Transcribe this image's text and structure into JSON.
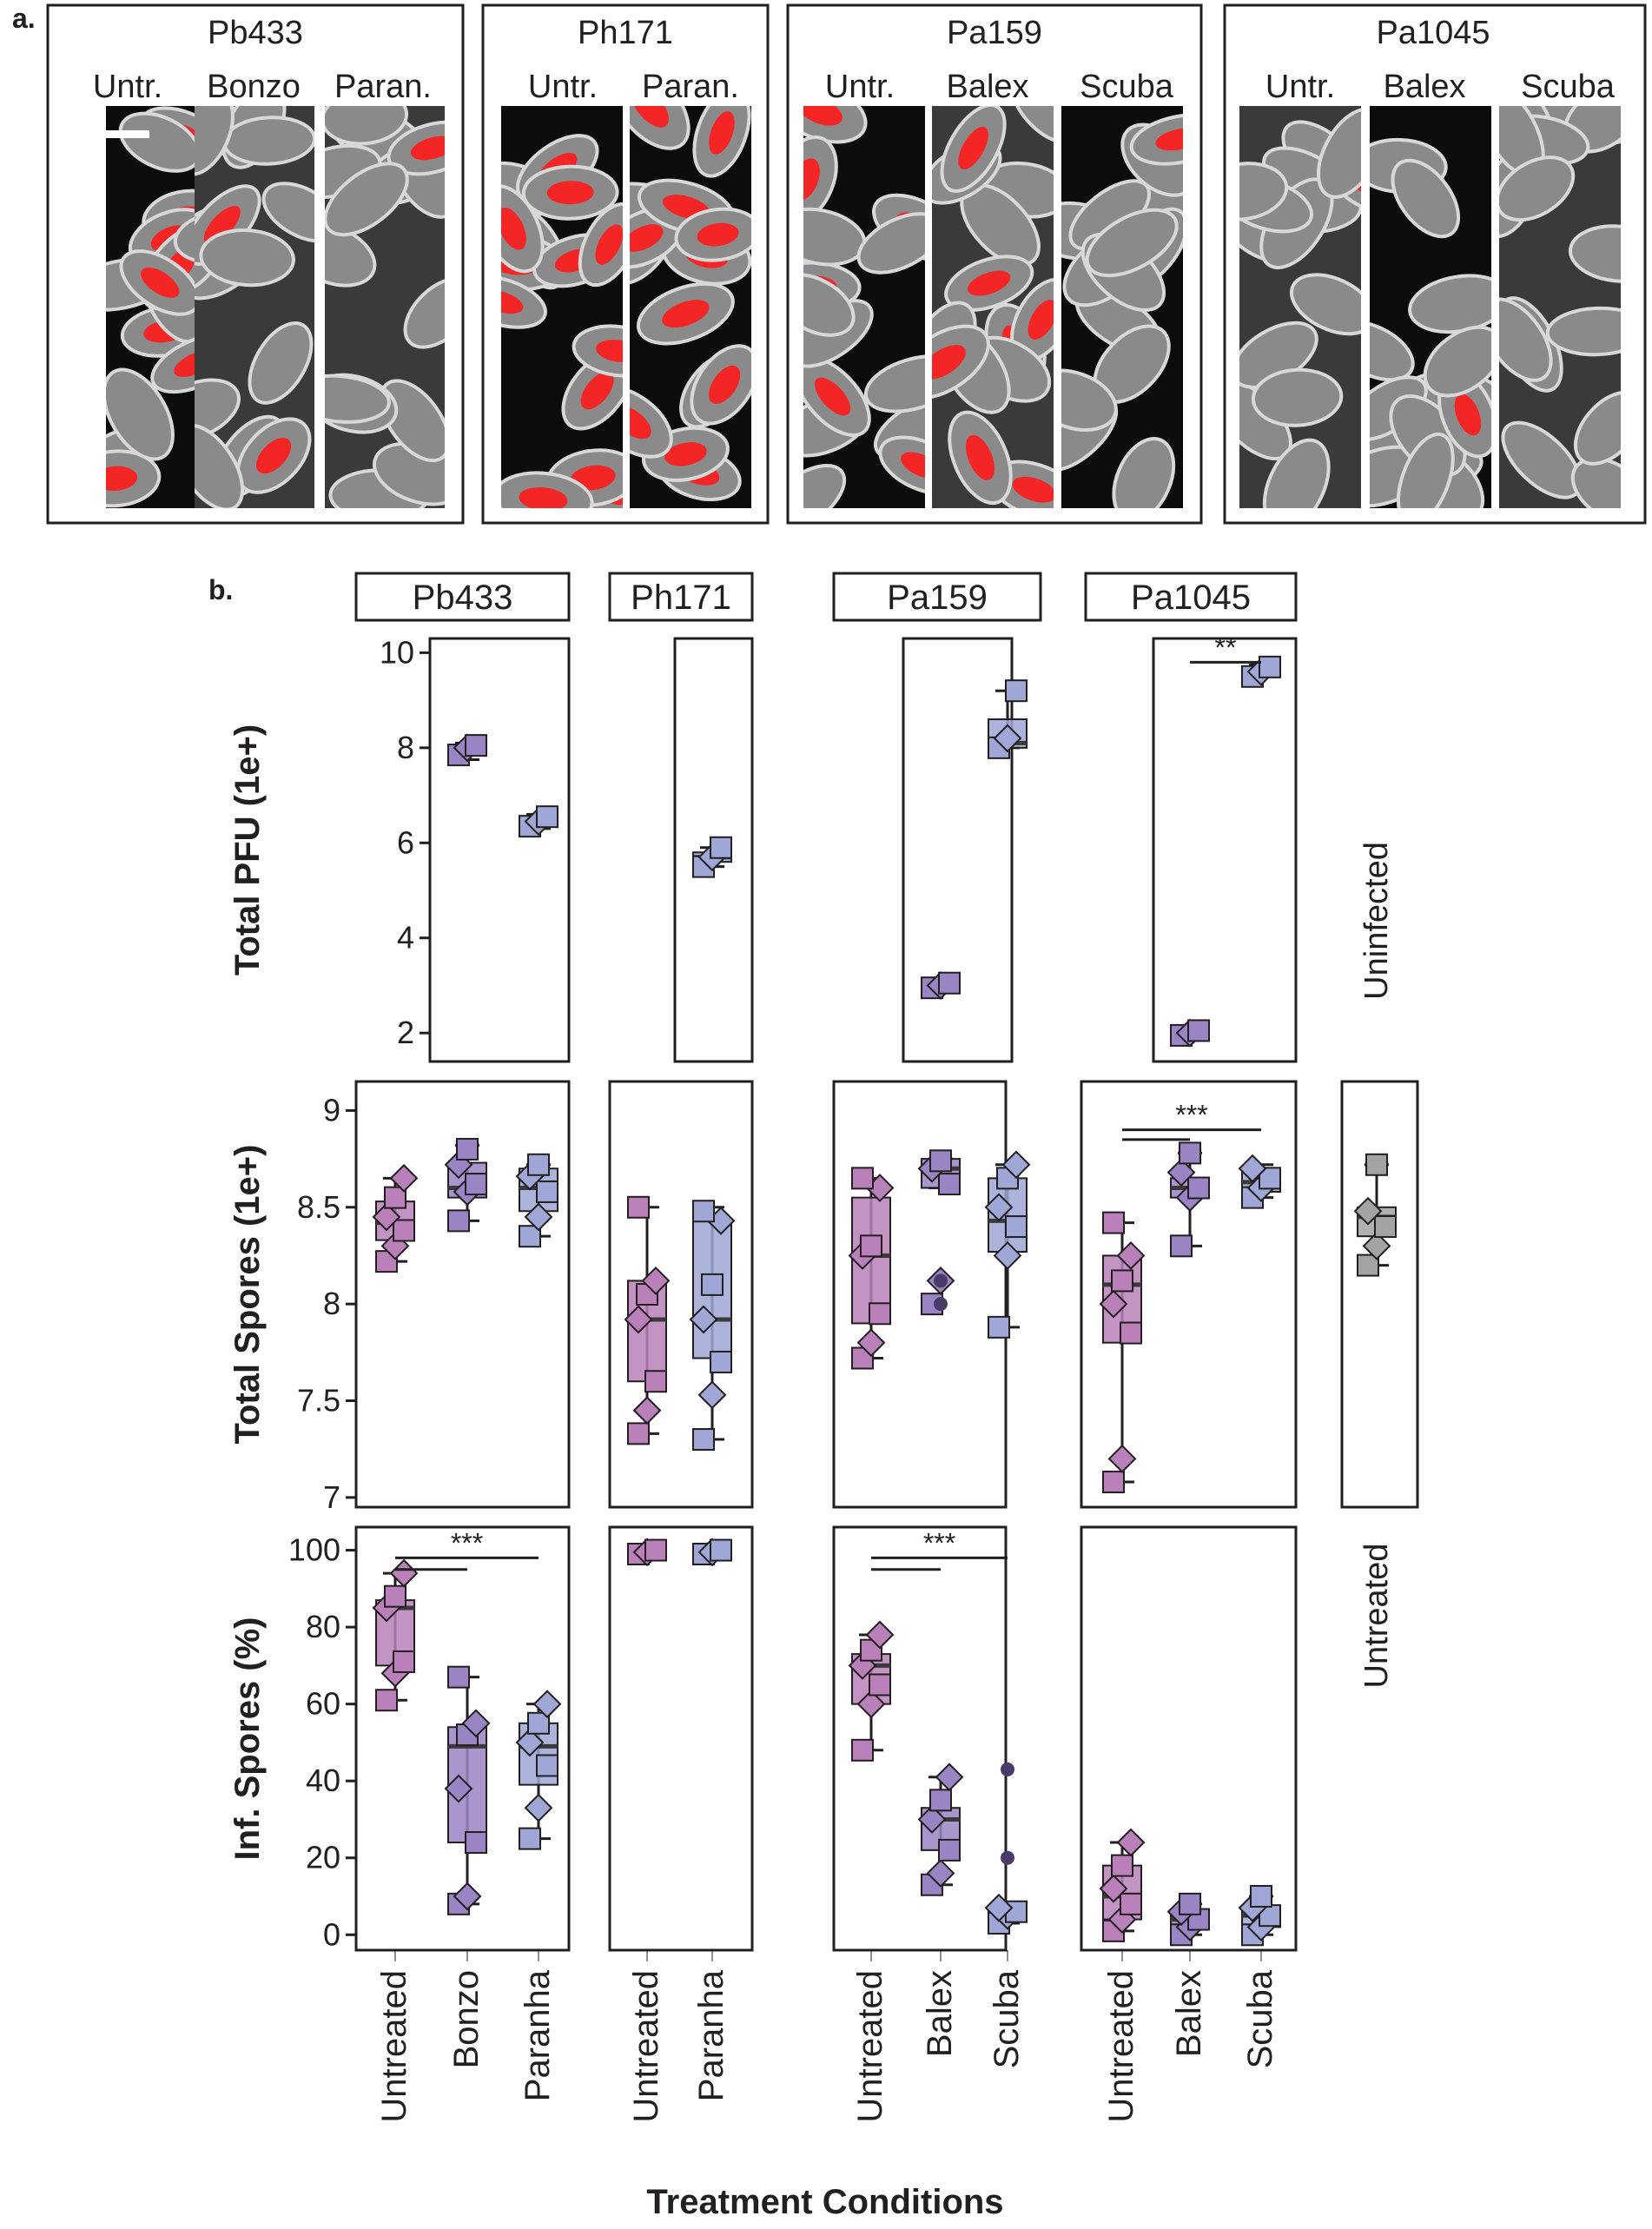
{
  "figure": {
    "panel_a_letter": "a.",
    "panel_b_letter": "b.",
    "x_axis_title": "Treatment Conditions",
    "uninfected_strip": "Uninfected",
    "uninfected_axis_label": "Untreated"
  },
  "panel_a": {
    "groups": [
      {
        "name": "Pb433",
        "labels": [
          "Untr.",
          "Bonzo",
          "Paran."
        ]
      },
      {
        "name": "Ph171",
        "labels": [
          "Untr.",
          "Paran."
        ]
      },
      {
        "name": "Pa159",
        "labels": [
          "Untr.",
          "Balex",
          "Scuba"
        ]
      },
      {
        "name": "Pa1045",
        "labels": [
          "Untr.",
          "Balex",
          "Scuba"
        ]
      }
    ]
  },
  "colors": {
    "untreated": "#b980b9",
    "mid": "#9b84c4",
    "treated": "#9ea7d6",
    "uninfected": "#a3a3a3",
    "spore_red": "#ff1a1a"
  },
  "chart_data": [
    {
      "type": "boxplot",
      "ylabel": "Total PFU (1e+)",
      "ylim": [
        1.4,
        10.3
      ],
      "yticks": [
        2,
        4,
        6,
        8,
        10
      ],
      "facets": [
        {
          "strip": "Pb433",
          "categories": [
            "Untreated",
            "Bonzo",
            "Paranha"
          ],
          "series": [
            {
              "category": "Bonzo",
              "median": 8.0,
              "q1": 7.85,
              "q3": 8.05,
              "min": 7.75,
              "max": 8.1,
              "points": [
                7.85,
                8.0,
                8.05
              ]
            },
            {
              "category": "Paranha",
              "median": 6.45,
              "q1": 6.35,
              "q3": 6.5,
              "min": 6.3,
              "max": 6.6,
              "points": [
                6.35,
                6.45,
                6.55
              ]
            }
          ]
        },
        {
          "strip": "Ph171",
          "categories": [
            "Untreated",
            "Paranha"
          ],
          "series": [
            {
              "category": "Paranha",
              "median": 5.7,
              "q1": 5.6,
              "q3": 5.8,
              "min": 5.5,
              "max": 5.9,
              "points": [
                5.5,
                5.7,
                5.9
              ]
            }
          ]
        },
        {
          "strip": "Pa159",
          "categories": [
            "Untreated",
            "Balex",
            "Scuba"
          ],
          "series": [
            {
              "category": "Balex",
              "median": 3.0,
              "q1": 2.95,
              "q3": 3.05,
              "min": 2.95,
              "max": 3.05,
              "points": [
                2.95,
                3.0,
                3.05
              ]
            },
            {
              "category": "Scuba",
              "median": 8.1,
              "q1": 8.0,
              "q3": 8.6,
              "min": 8.0,
              "max": 9.2,
              "points": [
                8.0,
                8.2,
                9.2
              ]
            }
          ]
        },
        {
          "strip": "Pa1045",
          "categories": [
            "Untreated",
            "Balex",
            "Scuba"
          ],
          "series": [
            {
              "category": "Balex",
              "median": 2.0,
              "q1": 1.95,
              "q3": 2.05,
              "min": 1.95,
              "max": 2.05,
              "points": [
                1.95,
                2.0,
                2.05
              ]
            },
            {
              "category": "Scuba",
              "median": 9.6,
              "q1": 9.5,
              "q3": 9.7,
              "min": 9.5,
              "max": 9.75,
              "points": [
                9.5,
                9.6,
                9.7
              ]
            }
          ],
          "annotations": [
            {
              "text": "**",
              "from": "Balex",
              "to": "Scuba",
              "y": 9.8
            }
          ]
        }
      ]
    },
    {
      "type": "boxplot",
      "ylabel": "Total Spores (1e+)",
      "ylim": [
        6.95,
        9.15
      ],
      "yticks": [
        7,
        7.5,
        8,
        8.5,
        9
      ],
      "facets": [
        {
          "strip": "Pb433",
          "categories": [
            "Untreated",
            "Bonzo",
            "Paranha"
          ],
          "series": [
            {
              "category": "Untreated",
              "median": 8.42,
              "q1": 8.33,
              "q3": 8.53,
              "min": 8.22,
              "max": 8.65,
              "points": [
                8.22,
                8.3,
                8.38,
                8.45,
                8.55,
                8.65
              ]
            },
            {
              "category": "Bonzo",
              "median": 8.6,
              "q1": 8.55,
              "q3": 8.73,
              "min": 8.43,
              "max": 8.82,
              "points": [
                8.43,
                8.58,
                8.62,
                8.72,
                8.8
              ]
            },
            {
              "category": "Paranha",
              "median": 8.6,
              "q1": 8.48,
              "q3": 8.7,
              "min": 8.35,
              "max": 8.72,
              "points": [
                8.35,
                8.45,
                8.58,
                8.66,
                8.72
              ]
            }
          ]
        },
        {
          "strip": "Ph171",
          "categories": [
            "Untreated",
            "Paranha"
          ],
          "series": [
            {
              "category": "Untreated",
              "median": 7.92,
              "q1": 7.6,
              "q3": 8.12,
              "min": 7.33,
              "max": 8.5,
              "points": [
                7.33,
                7.45,
                7.6,
                7.92,
                8.05,
                8.12,
                8.5
              ]
            },
            {
              "category": "Paranha",
              "median": 7.92,
              "q1": 7.72,
              "q3": 8.43,
              "min": 7.3,
              "max": 8.5,
              "points": [
                7.3,
                7.53,
                7.7,
                7.92,
                8.1,
                8.43,
                8.48
              ]
            }
          ]
        },
        {
          "strip": "Pa159",
          "categories": [
            "Untreated",
            "Balex",
            "Scuba"
          ],
          "series": [
            {
              "category": "Untreated",
              "median": 8.25,
              "q1": 7.9,
              "q3": 8.55,
              "min": 7.72,
              "max": 8.65,
              "points": [
                7.72,
                7.8,
                7.95,
                8.25,
                8.3,
                8.6,
                8.65
              ]
            },
            {
              "category": "Balex",
              "median": 8.7,
              "q1": 8.6,
              "q3": 8.75,
              "min": 8.6,
              "max": 8.75,
              "points": [
                8.0,
                8.12,
                8.62,
                8.7,
                8.74
              ],
              "outliers": [
                8.0,
                8.12
              ]
            },
            {
              "category": "Scuba",
              "median": 8.43,
              "q1": 8.27,
              "q3": 8.65,
              "min": 7.88,
              "max": 8.72,
              "points": [
                7.88,
                8.25,
                8.4,
                8.5,
                8.65,
                8.72
              ]
            }
          ]
        },
        {
          "strip": "Pa1045",
          "categories": [
            "Untreated",
            "Balex",
            "Scuba"
          ],
          "series": [
            {
              "category": "Untreated",
              "median": 8.1,
              "q1": 7.8,
              "q3": 8.25,
              "min": 7.08,
              "max": 8.42,
              "points": [
                7.08,
                7.2,
                7.85,
                8.0,
                8.12,
                8.25,
                8.42
              ]
            },
            {
              "category": "Balex",
              "median": 8.6,
              "q1": 8.55,
              "q3": 8.65,
              "min": 8.3,
              "max": 8.78,
              "points": [
                8.3,
                8.55,
                8.6,
                8.68,
                8.78
              ]
            },
            {
              "category": "Scuba",
              "median": 8.63,
              "q1": 8.58,
              "q3": 8.7,
              "min": 8.55,
              "max": 8.72,
              "points": [
                8.55,
                8.6,
                8.65,
                8.7
              ]
            }
          ],
          "annotations": [
            {
              "text": "***",
              "from": "Untreated",
              "to": "Scuba",
              "y": 8.9
            },
            {
              "text": "",
              "from": "Untreated",
              "to": "Balex",
              "y": 8.85
            }
          ]
        },
        {
          "strip": "Uninfected",
          "categories": [
            "Untreated"
          ],
          "series": [
            {
              "category": "Untreated",
              "median": 8.45,
              "q1": 8.35,
              "q3": 8.5,
              "min": 8.2,
              "max": 8.72,
              "points": [
                8.2,
                8.3,
                8.4,
                8.48,
                8.72
              ]
            }
          ]
        }
      ]
    },
    {
      "type": "boxplot",
      "ylabel": "Inf. Spores (%)",
      "ylim": [
        -4,
        106
      ],
      "yticks": [
        0,
        20,
        40,
        60,
        80,
        100
      ],
      "facets": [
        {
          "strip": "Pb433",
          "categories": [
            "Untreated",
            "Bonzo",
            "Paranha"
          ],
          "series": [
            {
              "category": "Untreated",
              "median": 85,
              "q1": 70,
              "q3": 87,
              "min": 61,
              "max": 94,
              "points": [
                61,
                68,
                71,
                85,
                88,
                94
              ]
            },
            {
              "category": "Bonzo",
              "median": 49,
              "q1": 24,
              "q3": 54,
              "min": 8,
              "max": 67,
              "points": [
                8,
                10,
                24,
                38,
                52,
                55,
                67
              ]
            },
            {
              "category": "Paranha",
              "median": 49,
              "q1": 39,
              "q3": 55,
              "min": 25,
              "max": 60,
              "points": [
                25,
                33,
                44,
                50,
                55,
                60
              ]
            }
          ],
          "annotations": [
            {
              "text": "***",
              "from": "Untreated",
              "to": "Paranha",
              "y": 98
            },
            {
              "text": "",
              "from": "Untreated",
              "to": "Bonzo",
              "y": 95
            }
          ]
        },
        {
          "strip": "Ph171",
          "categories": [
            "Untreated",
            "Paranha"
          ],
          "series": [
            {
              "category": "Untreated",
              "median": 99.5,
              "q1": 99,
              "q3": 100,
              "min": 99,
              "max": 100,
              "points": [
                99,
                99.5,
                100
              ]
            },
            {
              "category": "Paranha",
              "median": 99.5,
              "q1": 99,
              "q3": 100,
              "min": 99,
              "max": 100,
              "points": [
                99,
                99.5,
                100
              ]
            }
          ]
        },
        {
          "strip": "Pa159",
          "categories": [
            "Untreated",
            "Balex",
            "Scuba"
          ],
          "series": [
            {
              "category": "Untreated",
              "median": 70,
              "q1": 60,
              "q3": 73,
              "min": 48,
              "max": 78,
              "points": [
                48,
                60,
                65,
                70,
                74,
                78
              ]
            },
            {
              "category": "Balex",
              "median": 30,
              "q1": 22,
              "q3": 33,
              "min": 13,
              "max": 41,
              "points": [
                13,
                16,
                22,
                30,
                35,
                41
              ]
            },
            {
              "category": "Scuba",
              "median": 6,
              "q1": 4,
              "q3": 7,
              "min": 3,
              "max": 7,
              "points": [
                3,
                5,
                6,
                7
              ],
              "outliers": [
                20,
                43
              ]
            }
          ],
          "annotations": [
            {
              "text": "***",
              "from": "Untreated",
              "to": "Scuba",
              "y": 98
            },
            {
              "text": "",
              "from": "Untreated",
              "to": "Balex",
              "y": 95
            }
          ]
        },
        {
          "strip": "Pa1045",
          "categories": [
            "Untreated",
            "Balex",
            "Scuba"
          ],
          "series": [
            {
              "category": "Untreated",
              "median": 10,
              "q1": 4,
              "q3": 18,
              "min": 1,
              "max": 24,
              "points": [
                1,
                4,
                8,
                12,
                18,
                24
              ]
            },
            {
              "category": "Balex",
              "median": 4,
              "q1": 2,
              "q3": 6,
              "min": 0,
              "max": 8,
              "points": [
                0,
                2,
                4,
                6,
                8
              ]
            },
            {
              "category": "Scuba",
              "median": 5,
              "q1": 2,
              "q3": 7,
              "min": 0,
              "max": 10,
              "points": [
                0,
                2,
                5,
                7,
                10
              ]
            }
          ]
        }
      ]
    }
  ]
}
